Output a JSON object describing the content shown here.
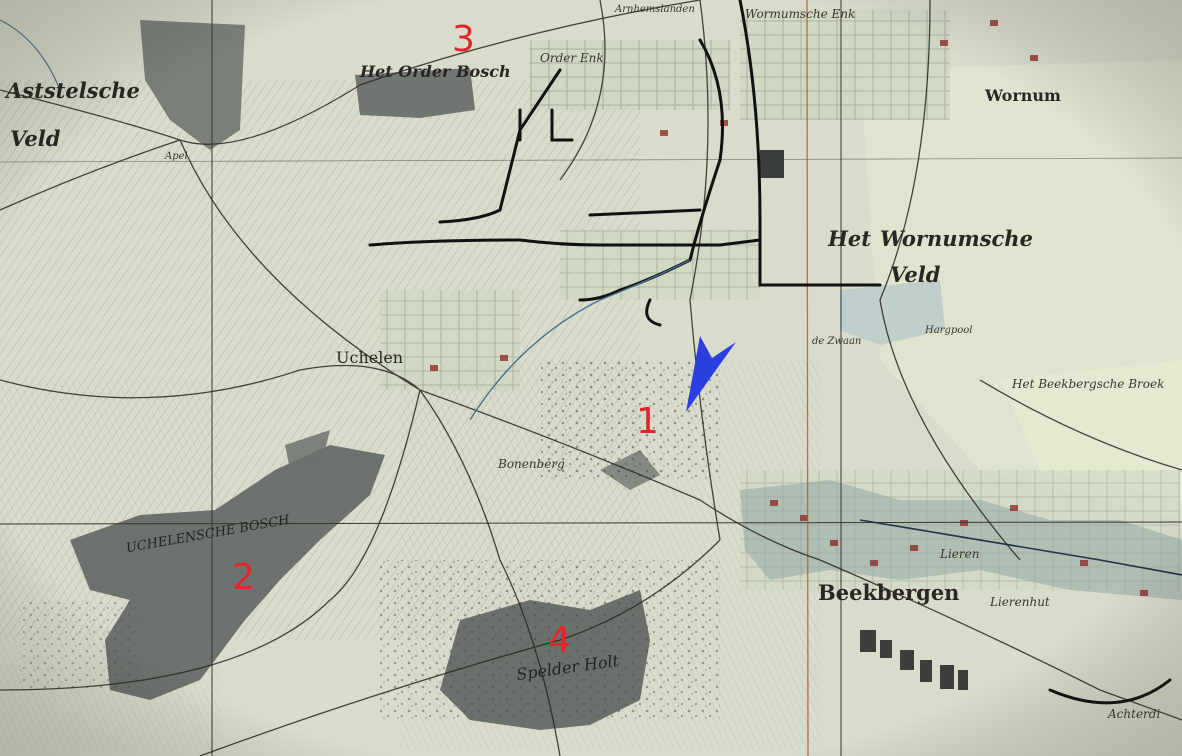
{
  "map": {
    "labels": {
      "aststelsche": "Aststelsche",
      "veld_left": "Veld",
      "het_order_bosch": "Het Order Bosch",
      "order_enk": "Order Enk",
      "wormumsche_enk": "Wormumsche Enk",
      "wornum": "Wornum",
      "het": "Het",
      "wornumsche": "Wornumsche",
      "veld_right": "Veld",
      "uchelen": "Uchelen",
      "het_beekbergsche_broek": "Het Beekbergsche Broek",
      "beekbergen": "Beekbergen",
      "uchelensche_bosch": "UCHELENSCHE BOSCH",
      "spelder_holt": "Spelder Holt",
      "bonenberg": "Bonenberg",
      "lierenhut": "Lierenhut",
      "lieren": "Lieren",
      "de_zwaan": "de Zwaan",
      "hargpool": "Hargpool",
      "arnhem_landen": "Arnhemslanden",
      "apel_label": "Apel",
      "ochtenbr": "Achterdi"
    },
    "markers": {
      "m1": "1",
      "m2": "2",
      "m3": "3",
      "m4": "4"
    },
    "colors": {
      "paper": "#d9dccb",
      "forest": "#5d6461",
      "marker_red": "#e3242b",
      "arrow_blue": "#2b3fe0",
      "road": "#2a2622",
      "boundary_red": "#b35a3a"
    },
    "icons": {
      "arrow": "blue-arrowhead-icon"
    }
  }
}
